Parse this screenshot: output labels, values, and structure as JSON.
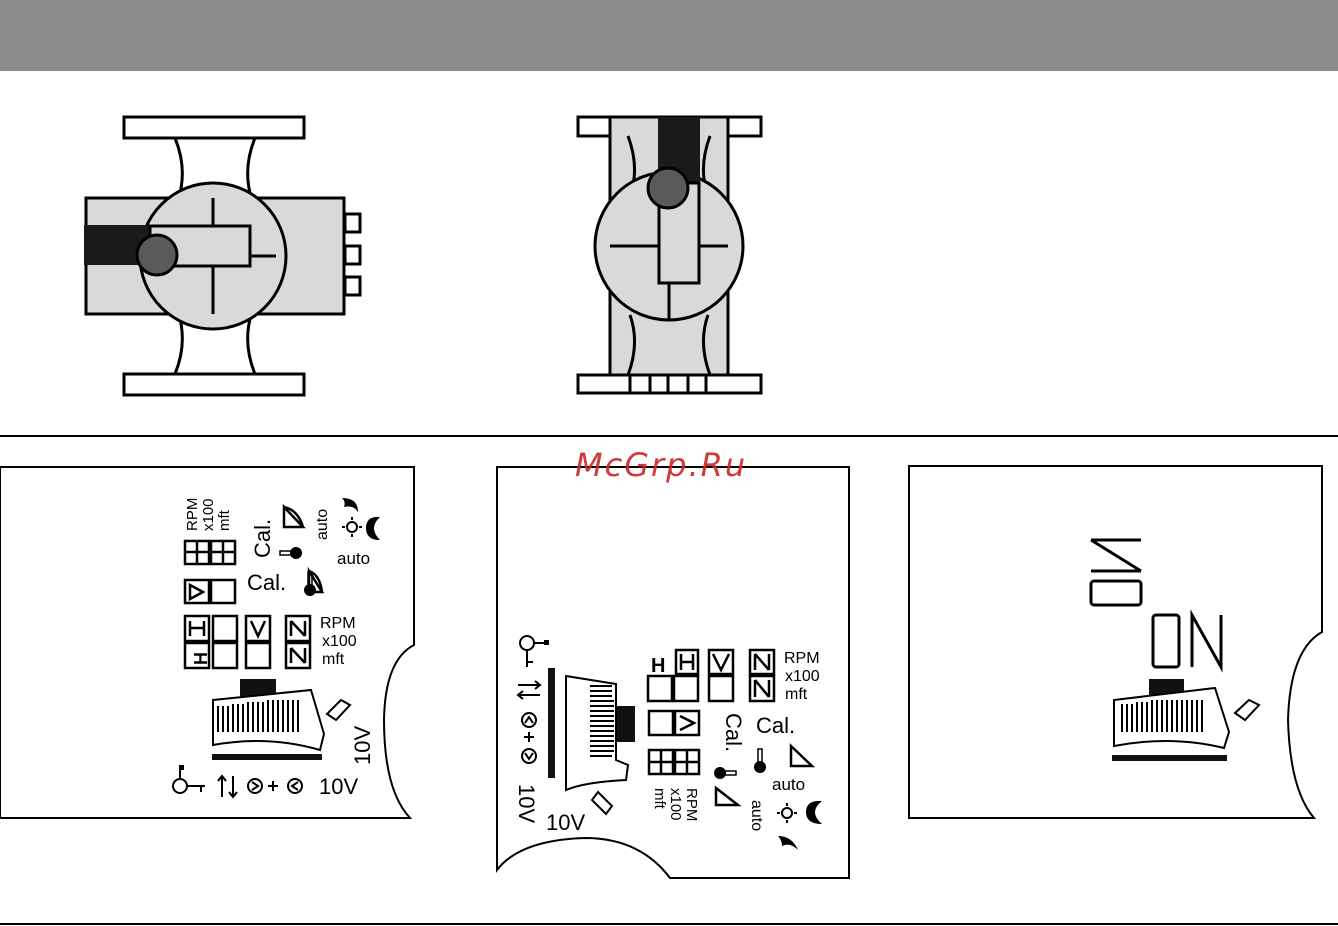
{
  "watermark": "McGrp.Ru",
  "colors": {
    "header": "#8c8c8c",
    "pump_body": "#d9d9d9",
    "pump_shaft": "#5a5a5a",
    "watermark": "#cc2a2a"
  },
  "display_left": {
    "top": {
      "rpm": "RPM",
      "x100": "x100",
      "mft": "mft",
      "cal1": "Cal.",
      "cal2": "Cal.",
      "auto1": "auto",
      "auto2": "auto"
    },
    "mid": {
      "rpm": "RPM",
      "x100": "x100",
      "mft": "mft"
    },
    "bottom": {
      "volt_vertical": "10V",
      "volt": "10V"
    },
    "icons": [
      "key-icon",
      "arrows-updown-icon",
      "pump-plus-pump-icon",
      "thermometer-icon",
      "moon-icon",
      "sun-icon"
    ]
  },
  "display_middle": {
    "rpm": "RPM",
    "x100": "x100",
    "mft": "mft",
    "cal1": "Cal.",
    "cal2": "Cal.",
    "auto1": "auto",
    "auto2": "auto",
    "rpm2": "RPM",
    "x1002": "x100",
    "mft2": "mft",
    "volt_vertical": "10V",
    "volt": "10V"
  },
  "display_right": {
    "on_vertical": "ON",
    "on": "ON"
  }
}
